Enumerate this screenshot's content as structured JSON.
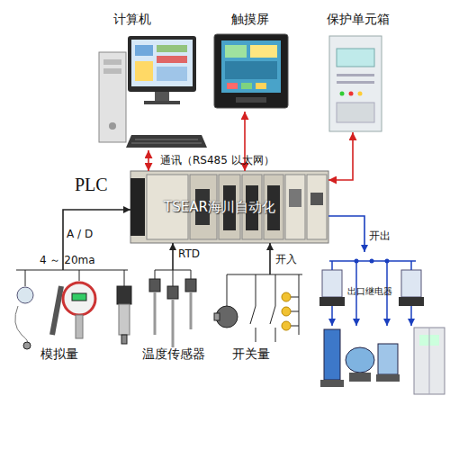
{
  "diagram": {
    "nodes": [
      {
        "text": [
          "计算机"
        ]
      },
      {
        "text": [
          "触摸屏"
        ]
      },
      {
        "text": [
          "保护单元箱"
        ]
      },
      {
        "text": [
          "PLC"
        ]
      },
      {
        "text": [
          "模拟量"
        ]
      },
      {
        "text": [
          "温度传感器"
        ]
      },
      {
        "text": [
          "开关量"
        ]
      },
      {
        "text": [
          "出口继电器"
        ]
      }
    ],
    "edges": [
      {
        "from": 0,
        "to": 3,
        "arrow": "both"
      },
      {
        "from": 1,
        "to": 3,
        "arrow": "both"
      },
      {
        "from": 2,
        "to": 3,
        "arrow": "both"
      },
      {
        "from": 4,
        "to": 3,
        "arrow": "to"
      },
      {
        "from": 5,
        "to": 3,
        "label": "RTD",
        "arrow": "to"
      },
      {
        "from": 6,
        "to": 3,
        "label": "开入",
        "arrow": "to"
      },
      {
        "from": 3,
        "to": 7,
        "label": "开出",
        "arrow": "to"
      }
    ],
    "labels": [
      "通讯（RS485 以太网）",
      "A / D",
      "4 ～ 20ma",
      "TSEAR海川自动化"
    ]
  }
}
